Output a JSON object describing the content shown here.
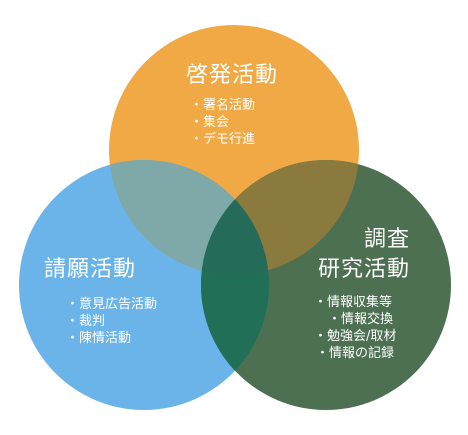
{
  "colors": {
    "enlightenment": "#F0A944",
    "petition": "#6BB4EA",
    "research": "#4D7052",
    "overlap_top_left": "#7EA9A8",
    "overlap_top_right": "#8A7A3E",
    "overlap_left_right": "#226F57",
    "overlap_center": "#246B5A"
  },
  "circles": {
    "enlightenment": {
      "title": "啓発活動",
      "items": [
        "署名活動",
        "集会",
        "デモ行進"
      ]
    },
    "petition": {
      "title": "請願活動",
      "items": [
        "意見広告活動",
        "裁判",
        "陳情活動"
      ]
    },
    "research": {
      "title_line1": "調査",
      "title_line2": "研究活動",
      "items": [
        "情報収集等",
        "情報交換",
        "勉強会/取材",
        "情報の記録"
      ]
    }
  }
}
